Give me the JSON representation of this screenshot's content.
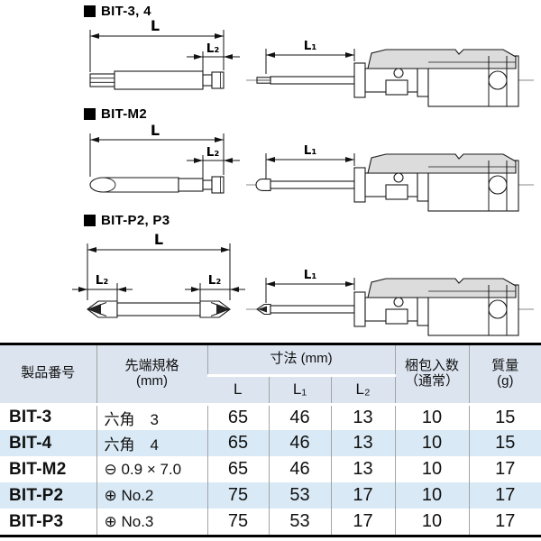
{
  "colors": {
    "header_bg": "#dce4ef",
    "alt_row_bg": "#d9eaf6",
    "grid_line": "#a3a3a3",
    "rule_black": "#000000",
    "section_fill_gray": "#dcdcdc",
    "line_dark": "#1a1a1a"
  },
  "sections": [
    {
      "label": "BIT-3, 4"
    },
    {
      "label": "BIT-M2"
    },
    {
      "label": "BIT-P2, P3"
    }
  ],
  "dims": {
    "l": "L",
    "l1": "L₁",
    "l2": "L₂"
  },
  "table": {
    "headers": {
      "product": "製品番号",
      "tip_line1": "先端規格",
      "tip_line2": "(mm)",
      "dims_group": "寸法 (mm)",
      "dim_l": "L",
      "dim_l1": "L₁",
      "dim_l2": "L₂",
      "pack_line1": "梱包入数",
      "pack_line2": "（通常）",
      "mass_line1": "質量",
      "mass_line2": "(g)"
    },
    "rows": [
      {
        "product": "BIT-3",
        "tip": "六角　3",
        "l": "65",
        "l1": "46",
        "l2": "13",
        "pack": "10",
        "mass": "15"
      },
      {
        "product": "BIT-4",
        "tip": "六角　4",
        "l": "65",
        "l1": "46",
        "l2": "13",
        "pack": "10",
        "mass": "15"
      },
      {
        "product": "BIT-M2",
        "tip": "⊖ 0.9 × 7.0",
        "l": "65",
        "l1": "46",
        "l2": "13",
        "pack": "10",
        "mass": "17"
      },
      {
        "product": "BIT-P2",
        "tip": "⊕ No.2",
        "l": "75",
        "l1": "53",
        "l2": "17",
        "pack": "10",
        "mass": "17"
      },
      {
        "product": "BIT-P3",
        "tip": "⊕ No.3",
        "l": "75",
        "l1": "53",
        "l2": "17",
        "pack": "10",
        "mass": "17"
      }
    ]
  }
}
